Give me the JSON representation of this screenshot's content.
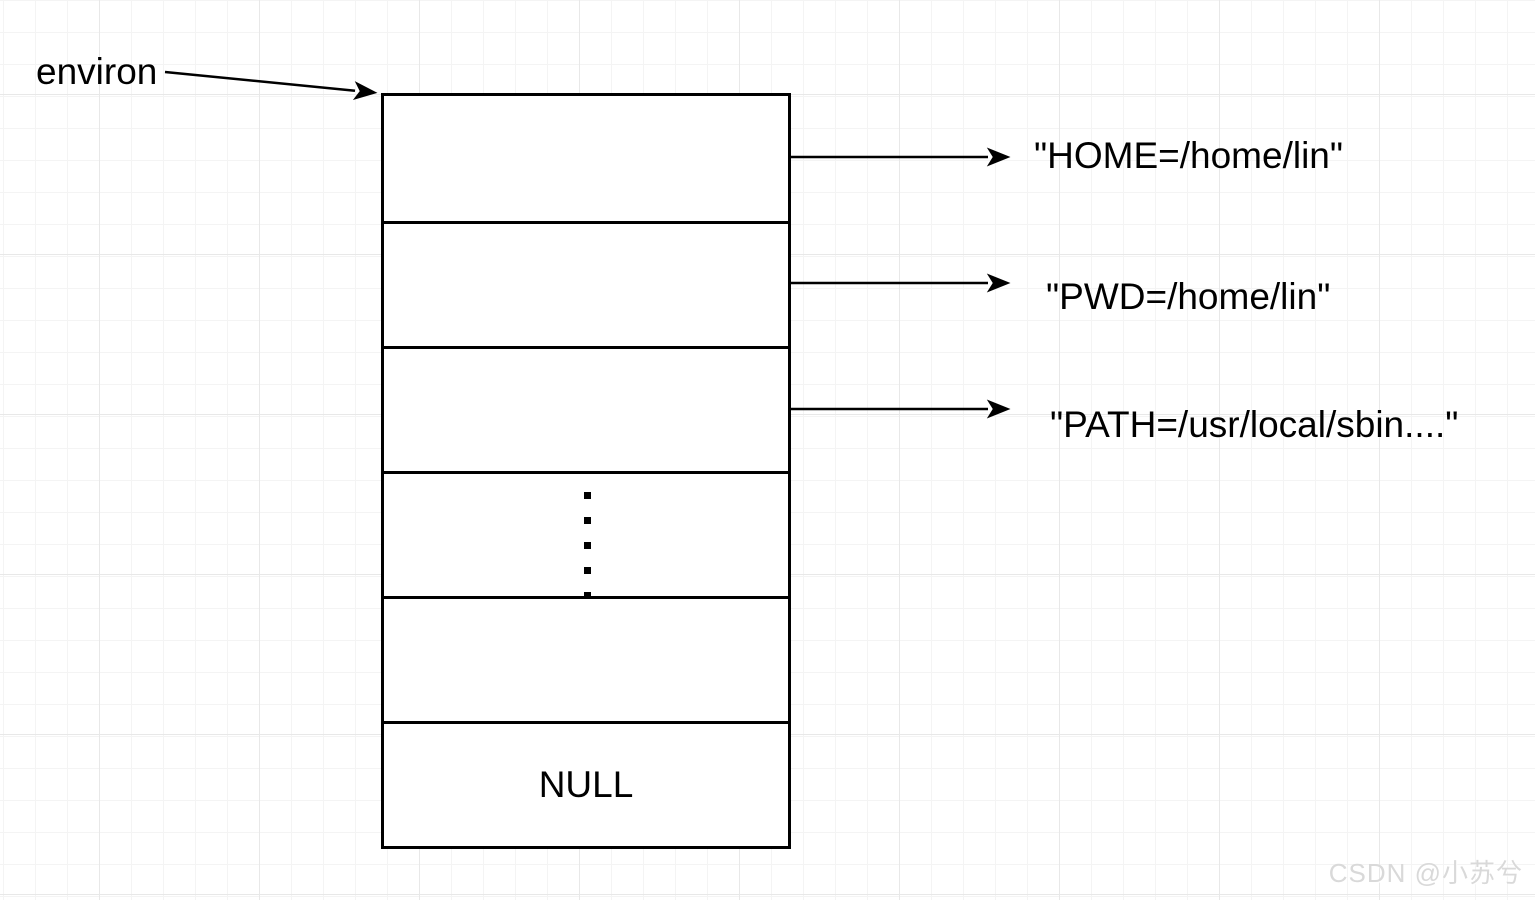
{
  "diagram": {
    "pointer_name": "environ",
    "cells": [
      {
        "value": "",
        "points_to": "\"HOME=/home/lin\""
      },
      {
        "value": "",
        "points_to": "\"PWD=/home/lin\""
      },
      {
        "value": "",
        "points_to": "\"PATH=/usr/local/sbin....\""
      },
      {
        "value": "",
        "content": "vertical-ellipsis"
      },
      {
        "value": ""
      },
      {
        "value": "NULL"
      }
    ]
  },
  "watermark": {
    "text": "CSDN @小苏兮",
    "color": "#d9d9d9"
  },
  "colors": {
    "stroke": "#000000",
    "background": "#ffffff",
    "grid_minor": "#f4f4f4",
    "grid_major": "#e8e8e8"
  }
}
